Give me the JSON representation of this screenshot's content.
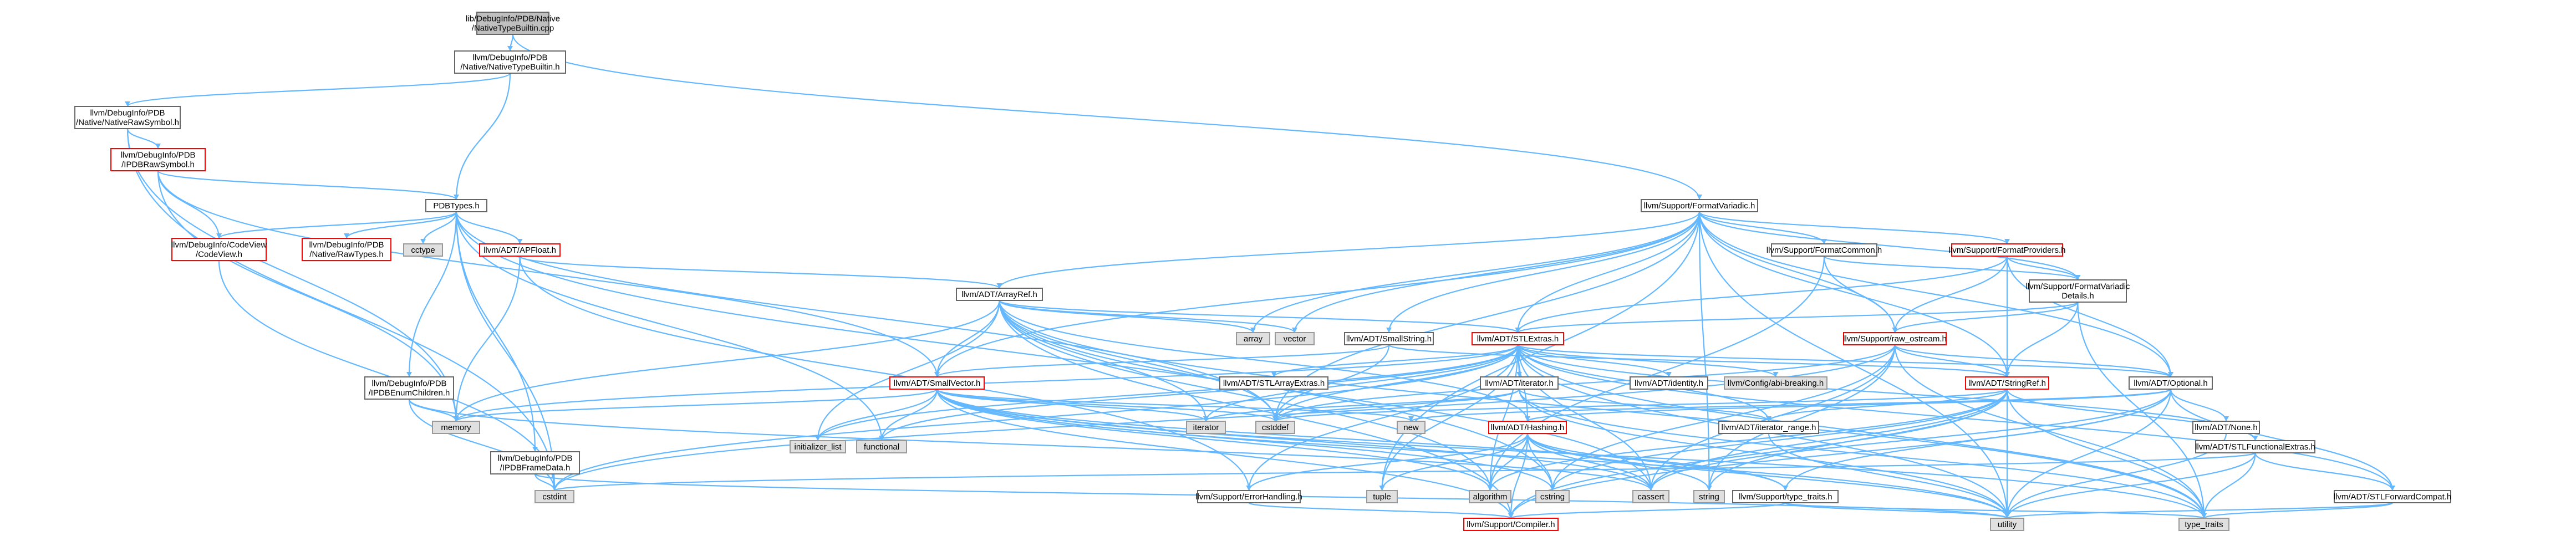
{
  "graph": {
    "nodes": [
      {
        "id": "root",
        "lines": [
          "lib/DebugInfo/PDB/Native",
          "/NativeTypeBuiltin.cpp"
        ],
        "style": "root"
      },
      {
        "id": "nativetypebuiltin_h",
        "lines": [
          "llvm/DebugInfo/PDB",
          "/Native/NativeTypeBuiltin.h"
        ],
        "style": "default"
      },
      {
        "id": "nativerawsymbol_h",
        "lines": [
          "llvm/DebugInfo/PDB",
          "/Native/NativeRawSymbol.h"
        ],
        "style": "default"
      },
      {
        "id": "ipdbrawsymbol_h",
        "lines": [
          "llvm/DebugInfo/PDB",
          "/IPDBRawSymbol.h"
        ],
        "style": "red"
      },
      {
        "id": "pdbtypes_h",
        "lines": [
          "PDBTypes.h"
        ],
        "style": "default"
      },
      {
        "id": "codeview_h",
        "lines": [
          "llvm/DebugInfo/CodeView",
          "/CodeView.h"
        ],
        "style": "red"
      },
      {
        "id": "nativerawtypes_h",
        "lines": [
          "llvm/DebugInfo/PDB",
          "/Native/RawTypes.h"
        ],
        "style": "red"
      },
      {
        "id": "cctype",
        "lines": [
          "cctype"
        ],
        "style": "gray"
      },
      {
        "id": "apfloat_h",
        "lines": [
          "llvm/ADT/APFloat.h"
        ],
        "style": "red"
      },
      {
        "id": "ipdbenumchildren_h",
        "lines": [
          "llvm/DebugInfo/PDB",
          "/IPDBEnumChildren.h"
        ],
        "style": "default"
      },
      {
        "id": "ipdbframedata_h",
        "lines": [
          "llvm/DebugInfo/PDB",
          "/IPDBFrameData.h"
        ],
        "style": "default"
      },
      {
        "id": "formatvariadic_h",
        "lines": [
          "llvm/Support/FormatVariadic.h"
        ],
        "style": "default"
      },
      {
        "id": "formatcommon_h",
        "lines": [
          "llvm/Support/FormatCommon.h"
        ],
        "style": "default"
      },
      {
        "id": "formatproviders_h",
        "lines": [
          "llvm/Support/FormatProviders.h"
        ],
        "style": "red"
      },
      {
        "id": "formatvariadicdetails_h",
        "lines": [
          "llvm/Support/FormatVariadic",
          "Details.h"
        ],
        "style": "default"
      },
      {
        "id": "arrayref_h",
        "lines": [
          "llvm/ADT/ArrayRef.h"
        ],
        "style": "default"
      },
      {
        "id": "array",
        "lines": [
          "array"
        ],
        "style": "gray"
      },
      {
        "id": "vector",
        "lines": [
          "vector"
        ],
        "style": "gray"
      },
      {
        "id": "smallstring_h",
        "lines": [
          "llvm/ADT/SmallString.h"
        ],
        "style": "default"
      },
      {
        "id": "stlextras_h",
        "lines": [
          "llvm/ADT/STLExtras.h"
        ],
        "style": "red"
      },
      {
        "id": "raw_ostream_h",
        "lines": [
          "llvm/Support/raw_ostream.h"
        ],
        "style": "red"
      },
      {
        "id": "smallvector_h",
        "lines": [
          "llvm/ADT/SmallVector.h"
        ],
        "style": "red"
      },
      {
        "id": "memory",
        "lines": [
          "memory"
        ],
        "style": "gray"
      },
      {
        "id": "initializer_list",
        "lines": [
          "initializer_list"
        ],
        "style": "gray"
      },
      {
        "id": "functional",
        "lines": [
          "functional"
        ],
        "style": "gray"
      },
      {
        "id": "iterator",
        "lines": [
          "iterator"
        ],
        "style": "gray"
      },
      {
        "id": "cstddef",
        "lines": [
          "cstddef"
        ],
        "style": "gray"
      },
      {
        "id": "stlarrayextras_h",
        "lines": [
          "llvm/ADT/STLArrayExtras.h"
        ],
        "style": "default"
      },
      {
        "id": "adt_iterator_h",
        "lines": [
          "llvm/ADT/iterator.h"
        ],
        "style": "default"
      },
      {
        "id": "identity_h",
        "lines": [
          "llvm/ADT/identity.h"
        ],
        "style": "default"
      },
      {
        "id": "configabi_h",
        "lines": [
          "llvm/Config/abi-breaking.h"
        ],
        "style": "gray"
      },
      {
        "id": "stringref_h",
        "lines": [
          "llvm/ADT/StringRef.h"
        ],
        "style": "red"
      },
      {
        "id": "optional_h",
        "lines": [
          "llvm/ADT/Optional.h"
        ],
        "style": "default"
      },
      {
        "id": "new",
        "lines": [
          "new"
        ],
        "style": "gray"
      },
      {
        "id": "hashing_h",
        "lines": [
          "llvm/ADT/Hashing.h"
        ],
        "style": "red"
      },
      {
        "id": "iterator_range_h",
        "lines": [
          "llvm/ADT/iterator_range.h"
        ],
        "style": "default"
      },
      {
        "id": "none_h",
        "lines": [
          "llvm/ADT/None.h"
        ],
        "style": "default"
      },
      {
        "id": "stlfunctionalextras_h",
        "lines": [
          "llvm/ADT/STLFunctionalExtras.h"
        ],
        "style": "default"
      },
      {
        "id": "cstdint",
        "lines": [
          "cstdint"
        ],
        "style": "gray"
      },
      {
        "id": "errorhandling_h",
        "lines": [
          "llvm/Support/ErrorHandling.h"
        ],
        "style": "default"
      },
      {
        "id": "tuple",
        "lines": [
          "tuple"
        ],
        "style": "gray"
      },
      {
        "id": "algorithm",
        "lines": [
          "algorithm"
        ],
        "style": "gray"
      },
      {
        "id": "cstring",
        "lines": [
          "cstring"
        ],
        "style": "gray"
      },
      {
        "id": "cassert",
        "lines": [
          "cassert"
        ],
        "style": "gray"
      },
      {
        "id": "string",
        "lines": [
          "string"
        ],
        "style": "gray"
      },
      {
        "id": "type_traits_h",
        "lines": [
          "llvm/Support/type_traits.h"
        ],
        "style": "default"
      },
      {
        "id": "stlforwardcompat_h",
        "lines": [
          "llvm/ADT/STLForwardCompat.h"
        ],
        "style": "default"
      },
      {
        "id": "compiler_h",
        "lines": [
          "llvm/Support/Compiler.h"
        ],
        "style": "red"
      },
      {
        "id": "utility",
        "lines": [
          "utility"
        ],
        "style": "gray"
      },
      {
        "id": "type_traits",
        "lines": [
          "type_traits"
        ],
        "style": "gray"
      }
    ],
    "edges": [
      [
        "root",
        "nativetypebuiltin_h"
      ],
      [
        "root",
        "formatvariadic_h"
      ],
      [
        "nativetypebuiltin_h",
        "nativerawsymbol_h"
      ],
      [
        "nativetypebuiltin_h",
        "pdbtypes_h"
      ],
      [
        "nativerawsymbol_h",
        "ipdbrawsymbol_h"
      ],
      [
        "nativerawsymbol_h",
        "cstdint"
      ],
      [
        "nativerawsymbol_h",
        "memory"
      ],
      [
        "ipdbrawsymbol_h",
        "pdbtypes_h"
      ],
      [
        "ipdbrawsymbol_h",
        "codeview_h"
      ],
      [
        "ipdbrawsymbol_h",
        "smallvector_h"
      ],
      [
        "ipdbrawsymbol_h",
        "memory"
      ],
      [
        "pdbtypes_h",
        "codeview_h"
      ],
      [
        "pdbtypes_h",
        "nativerawtypes_h"
      ],
      [
        "pdbtypes_h",
        "cctype"
      ],
      [
        "pdbtypes_h",
        "apfloat_h"
      ],
      [
        "pdbtypes_h",
        "ipdbenumchildren_h"
      ],
      [
        "pdbtypes_h",
        "ipdbframedata_h"
      ],
      [
        "pdbtypes_h",
        "cstddef"
      ],
      [
        "pdbtypes_h",
        "cstdint"
      ],
      [
        "pdbtypes_h",
        "functional"
      ],
      [
        "pdbtypes_h",
        "cstring"
      ],
      [
        "codeview_h",
        "cstdint"
      ],
      [
        "apfloat_h",
        "arrayref_h"
      ],
      [
        "apfloat_h",
        "memory"
      ],
      [
        "apfloat_h",
        "errorhandling_h"
      ],
      [
        "ipdbenumchildren_h",
        "memory"
      ],
      [
        "ipdbenumchildren_h",
        "cassert"
      ],
      [
        "ipdbenumchildren_h",
        "cstdint"
      ],
      [
        "ipdbframedata_h",
        "cstdint"
      ],
      [
        "ipdbframedata_h",
        "utility"
      ],
      [
        "formatvariadic_h",
        "arrayref_h"
      ],
      [
        "formatvariadic_h",
        "formatcommon_h"
      ],
      [
        "formatvariadic_h",
        "formatproviders_h"
      ],
      [
        "formatvariadic_h",
        "formatvariadicdetails_h"
      ],
      [
        "formatvariadic_h",
        "smallstring_h"
      ],
      [
        "formatvariadic_h",
        "stlextras_h"
      ],
      [
        "formatvariadic_h",
        "raw_ostream_h"
      ],
      [
        "formatvariadic_h",
        "optional_h"
      ],
      [
        "formatvariadic_h",
        "stringref_h"
      ],
      [
        "formatvariadic_h",
        "smallvector_h"
      ],
      [
        "formatvariadic_h",
        "array"
      ],
      [
        "formatvariadic_h",
        "cstddef"
      ],
      [
        "formatvariadic_h",
        "string"
      ],
      [
        "formatvariadic_h",
        "tuple"
      ],
      [
        "formatvariadic_h",
        "utility"
      ],
      [
        "formatvariadic_h",
        "vector"
      ],
      [
        "formatcommon_h",
        "formatvariadicdetails_h"
      ],
      [
        "formatcommon_h",
        "raw_ostream_h"
      ],
      [
        "formatcommon_h",
        "algorithm"
      ],
      [
        "formatproviders_h",
        "formatvariadicdetails_h"
      ],
      [
        "formatproviders_h",
        "stlextras_h"
      ],
      [
        "formatproviders_h",
        "optional_h"
      ],
      [
        "formatproviders_h",
        "stringref_h"
      ],
      [
        "formatproviders_h",
        "raw_ostream_h"
      ],
      [
        "formatvariadicdetails_h",
        "stringref_h"
      ],
      [
        "formatvariadicdetails_h",
        "stlextras_h"
      ],
      [
        "formatvariadicdetails_h",
        "raw_ostream_h"
      ],
      [
        "formatvariadicdetails_h",
        "type_traits"
      ],
      [
        "arrayref_h",
        "hashing_h"
      ],
      [
        "arrayref_h",
        "smallvector_h"
      ],
      [
        "arrayref_h",
        "stlextras_h"
      ],
      [
        "arrayref_h",
        "compiler_h"
      ],
      [
        "arrayref_h",
        "algorithm"
      ],
      [
        "arrayref_h",
        "array"
      ],
      [
        "arrayref_h",
        "cassert"
      ],
      [
        "arrayref_h",
        "cstddef"
      ],
      [
        "arrayref_h",
        "initializer_list"
      ],
      [
        "arrayref_h",
        "iterator"
      ],
      [
        "arrayref_h",
        "memory"
      ],
      [
        "arrayref_h",
        "type_traits"
      ],
      [
        "arrayref_h",
        "vector"
      ],
      [
        "smallstring_h",
        "smallvector_h"
      ],
      [
        "smallstring_h",
        "stringref_h"
      ],
      [
        "smallstring_h",
        "cstddef"
      ],
      [
        "stlextras_h",
        "stlarrayextras_h"
      ],
      [
        "stlextras_h",
        "adt_iterator_h"
      ],
      [
        "stlextras_h",
        "identity_h"
      ],
      [
        "stlextras_h",
        "configabi_h"
      ],
      [
        "stlextras_h",
        "stlforwardcompat_h"
      ],
      [
        "stlextras_h",
        "stlfunctionalextras_h"
      ],
      [
        "stlextras_h",
        "optional_h"
      ],
      [
        "stlextras_h",
        "iterator_range_h"
      ],
      [
        "stlextras_h",
        "errorhandling_h"
      ],
      [
        "stlextras_h",
        "hashing_h"
      ],
      [
        "stlextras_h",
        "algorithm"
      ],
      [
        "stlextras_h",
        "cassert"
      ],
      [
        "stlextras_h",
        "cstddef"
      ],
      [
        "stlextras_h",
        "cstdint"
      ],
      [
        "stlextras_h",
        "functional"
      ],
      [
        "stlextras_h",
        "initializer_list"
      ],
      [
        "stlextras_h",
        "iterator"
      ],
      [
        "stlextras_h",
        "memory"
      ],
      [
        "stlextras_h",
        "tuple"
      ],
      [
        "stlextras_h",
        "type_traits"
      ],
      [
        "stlextras_h",
        "utility"
      ],
      [
        "raw_ostream_h",
        "stringref_h"
      ],
      [
        "raw_ostream_h",
        "optional_h"
      ],
      [
        "raw_ostream_h",
        "cassert"
      ],
      [
        "raw_ostream_h",
        "cstddef"
      ],
      [
        "raw_ostream_h",
        "cstdint"
      ],
      [
        "raw_ostream_h",
        "cstring"
      ],
      [
        "raw_ostream_h",
        "string"
      ],
      [
        "raw_ostream_h",
        "type_traits"
      ],
      [
        "raw_ostream_h",
        "system_error_dummy"
      ],
      [
        "smallvector_h",
        "compiler_h"
      ],
      [
        "smallvector_h",
        "type_traits_h"
      ],
      [
        "smallvector_h",
        "algorithm"
      ],
      [
        "smallvector_h",
        "cassert"
      ],
      [
        "smallvector_h",
        "cstddef"
      ],
      [
        "smallvector_h",
        "cstdlib_dummy"
      ],
      [
        "smallvector_h",
        "cstring"
      ],
      [
        "smallvector_h",
        "functional"
      ],
      [
        "smallvector_h",
        "initializer_list"
      ],
      [
        "smallvector_h",
        "iterator"
      ],
      [
        "smallvector_h",
        "limits_dummy"
      ],
      [
        "smallvector_h",
        "memory"
      ],
      [
        "smallvector_h",
        "new"
      ],
      [
        "smallvector_h",
        "type_traits"
      ],
      [
        "smallvector_h",
        "utility"
      ],
      [
        "adt_iterator_h",
        "iterator_range_h"
      ],
      [
        "adt_iterator_h",
        "cstddef"
      ],
      [
        "adt_iterator_h",
        "iterator"
      ],
      [
        "adt_iterator_h",
        "type_traits"
      ],
      [
        "adt_iterator_h",
        "utility"
      ],
      [
        "stringref_h",
        "stlfunctionalextras_h"
      ],
      [
        "stringref_h",
        "iterator_range_h"
      ],
      [
        "stringref_h",
        "compiler_h"
      ],
      [
        "stringref_h",
        "algorithm"
      ],
      [
        "stringref_h",
        "cassert"
      ],
      [
        "stringref_h",
        "cstddef"
      ],
      [
        "stringref_h",
        "cstring"
      ],
      [
        "stringref_h",
        "limits_dummy"
      ],
      [
        "stringref_h",
        "string"
      ],
      [
        "stringref_h",
        "type_traits"
      ],
      [
        "stringref_h",
        "utility"
      ],
      [
        "optional_h",
        "hashing_h"
      ],
      [
        "optional_h",
        "none_h"
      ],
      [
        "optional_h",
        "stlforwardcompat_h"
      ],
      [
        "optional_h",
        "compiler_h"
      ],
      [
        "optional_h",
        "type_traits_h"
      ],
      [
        "optional_h",
        "cassert"
      ],
      [
        "optional_h",
        "new"
      ],
      [
        "optional_h",
        "utility"
      ],
      [
        "hashing_h",
        "errorhandling_h"
      ],
      [
        "hashing_h",
        "algorithm"
      ],
      [
        "hashing_h",
        "cassert"
      ],
      [
        "hashing_h",
        "cstring"
      ],
      [
        "hashing_h",
        "string"
      ],
      [
        "hashing_h",
        "tuple"
      ],
      [
        "hashing_h",
        "utility"
      ],
      [
        "hashing_h",
        "compiler_h"
      ],
      [
        "hashing_h",
        "type_traits_h"
      ],
      [
        "iterator_range_h",
        "utility"
      ],
      [
        "none_h",
        "utility"
      ],
      [
        "stlfunctionalextras_h",
        "stlforwardcompat_h"
      ],
      [
        "stlfunctionalextras_h",
        "cstdint"
      ],
      [
        "stlfunctionalextras_h",
        "type_traits"
      ],
      [
        "stlfunctionalextras_h",
        "utility"
      ],
      [
        "errorhandling_h",
        "compiler_h"
      ],
      [
        "type_traits_h",
        "compiler_h"
      ],
      [
        "type_traits_h",
        "type_traits"
      ],
      [
        "type_traits_h",
        "utility"
      ],
      [
        "stlforwardcompat_h",
        "type_traits"
      ],
      [
        "stlforwardcompat_h",
        "utility"
      ]
    ]
  }
}
